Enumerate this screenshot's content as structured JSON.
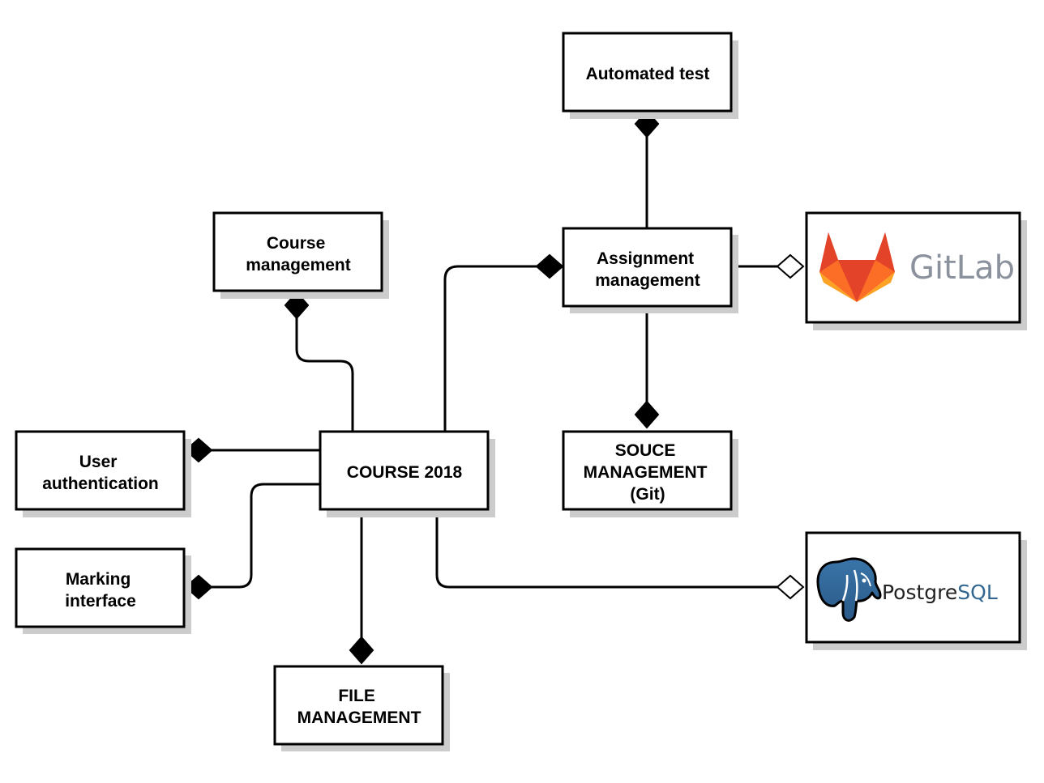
{
  "nodes": {
    "automated_test": [
      "Automated test"
    ],
    "course_management": [
      "Course",
      "management"
    ],
    "assignment_management": [
      "Assignment",
      "management"
    ],
    "user_authentication": [
      "User",
      "authentication"
    ],
    "course_2018": [
      "COURSE 2018"
    ],
    "souce_management": [
      "SOUCE",
      "MANAGEMENT",
      "(Git)"
    ],
    "marking_interface": [
      "Marking",
      "interface"
    ],
    "file_management": [
      "FILE",
      "MANAGEMENT"
    ]
  },
  "logos": {
    "gitlab": {
      "word": "GitLab",
      "icon": "gitlab-fox-icon",
      "color": "#8c929d"
    },
    "postgresql": {
      "word_dark": "Postgre",
      "word_accent": "SQL",
      "icon": "postgresql-elephant-icon",
      "color_dark": "#222222",
      "color_accent": "#336791"
    }
  },
  "relationships": [
    {
      "from": "automated_test",
      "to": "assignment_management",
      "type": "composition"
    },
    {
      "from": "souce_management",
      "to": "assignment_management",
      "type": "composition"
    },
    {
      "from": "gitlab",
      "to": "assignment_management",
      "type": "aggregation"
    },
    {
      "from": "assignment_management",
      "to": "course_2018",
      "type": "composition"
    },
    {
      "from": "course_management",
      "to": "course_2018",
      "type": "composition"
    },
    {
      "from": "user_authentication",
      "to": "course_2018",
      "type": "composition"
    },
    {
      "from": "marking_interface",
      "to": "course_2018",
      "type": "composition"
    },
    {
      "from": "file_management",
      "to": "course_2018",
      "type": "composition"
    },
    {
      "from": "postgresql",
      "to": "course_2018",
      "type": "aggregation"
    }
  ]
}
